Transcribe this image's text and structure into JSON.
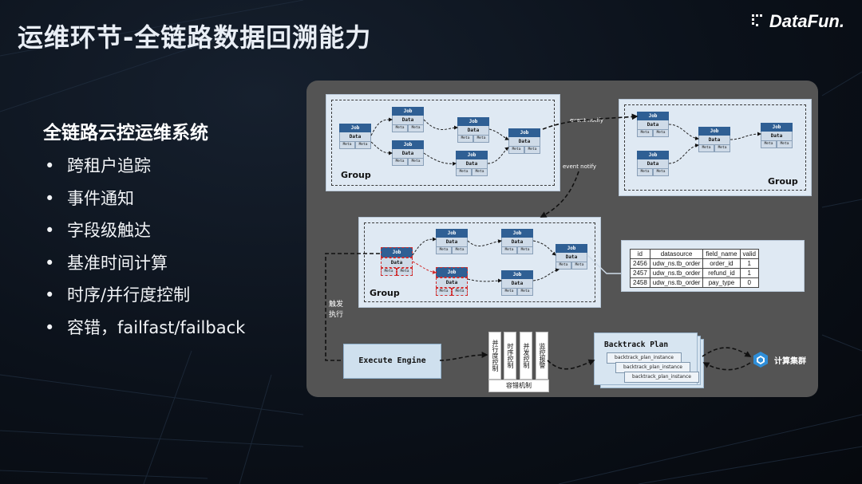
{
  "slide": {
    "title": "运维环节-全链路数据回溯能力",
    "logo": "DataFun.",
    "subtitle": "全链路云控运维系统",
    "bullets": [
      "跨租户追踪",
      "事件通知",
      "字段级触达",
      "基准时间计算",
      "时序/并行度控制",
      "容错，failfast/failback"
    ],
    "bullet_marker": "•"
  },
  "diagram": {
    "job_label": "Job",
    "data_label": "Data",
    "meta_label": "Meta",
    "group_label": "Group",
    "notify_label": "event notify",
    "trigger_label": [
      "触发",
      "执行"
    ],
    "engine_label": "Execute Engine",
    "controls": [
      "并行度控制",
      "时序控制",
      "并发控制",
      "监控报警"
    ],
    "fault_label": "容错机制",
    "plan_title": "Backtrack Plan",
    "plan_instance": "backtrack_plan_instance",
    "cluster_label": "计算集群",
    "table": {
      "headers": [
        "id",
        "datasource",
        "field_name",
        "valid"
      ],
      "rows": [
        [
          "2456",
          "udw_ns.tb_order",
          "order_id",
          "1"
        ],
        [
          "2457",
          "udw_ns.tb_order",
          "refund_id",
          "1"
        ],
        [
          "2458",
          "udw_ns.tb_order",
          "pay_type",
          "0"
        ]
      ]
    }
  },
  "colors": {
    "panel": "#545454",
    "group_bg": "#dfe9f3",
    "job_header": "#2f5f94",
    "highlight": "#d12a2a"
  }
}
